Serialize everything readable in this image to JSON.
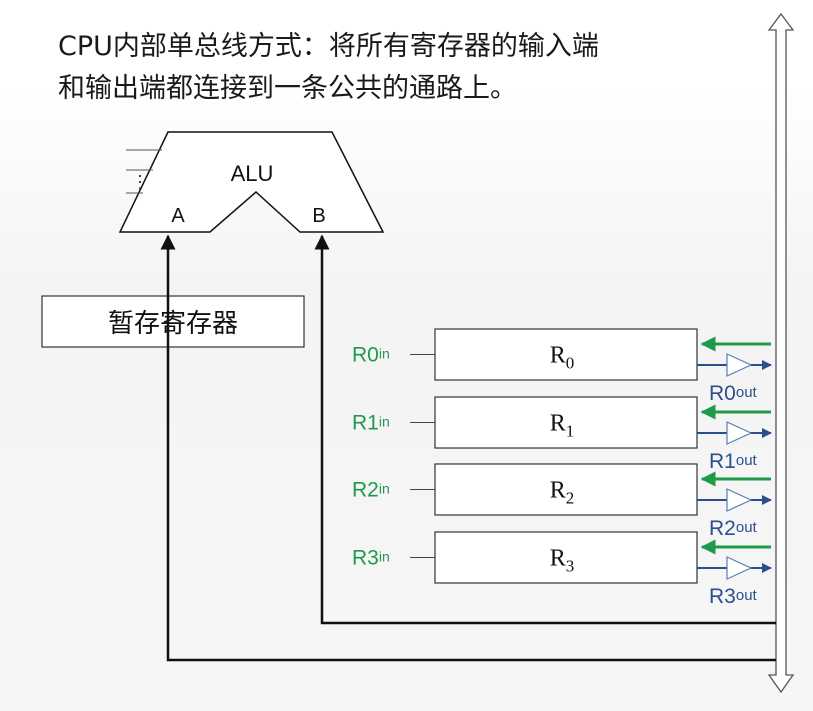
{
  "title": {
    "line1": "CPU内部单总线方式：将所有寄存器的输入端",
    "line2": "和输出端都连接到一条公共的通路上。"
  },
  "alu": {
    "label": "ALU",
    "input_a": "A",
    "input_b": "B",
    "side_dots": "⋮"
  },
  "temp_register": {
    "label": "暂存寄存器"
  },
  "registers": [
    {
      "name": "R",
      "sub": "0",
      "in_main": "R0",
      "in_sub": "in",
      "out_main": "R0",
      "out_sub": "out"
    },
    {
      "name": "R",
      "sub": "1",
      "in_main": "R1",
      "in_sub": "in",
      "out_main": "R1",
      "out_sub": "out"
    },
    {
      "name": "R",
      "sub": "2",
      "in_main": "R2",
      "in_sub": "in",
      "out_main": "R2",
      "out_sub": "out"
    },
    {
      "name": "R",
      "sub": "3",
      "in_main": "R3",
      "in_sub": "in",
      "out_main": "R3",
      "out_sub": "out"
    }
  ],
  "colors": {
    "line": "#111111",
    "green": "#1f9a4b",
    "blue": "#2a4f8c",
    "box_stroke": "#333333",
    "bus": "#555555"
  }
}
